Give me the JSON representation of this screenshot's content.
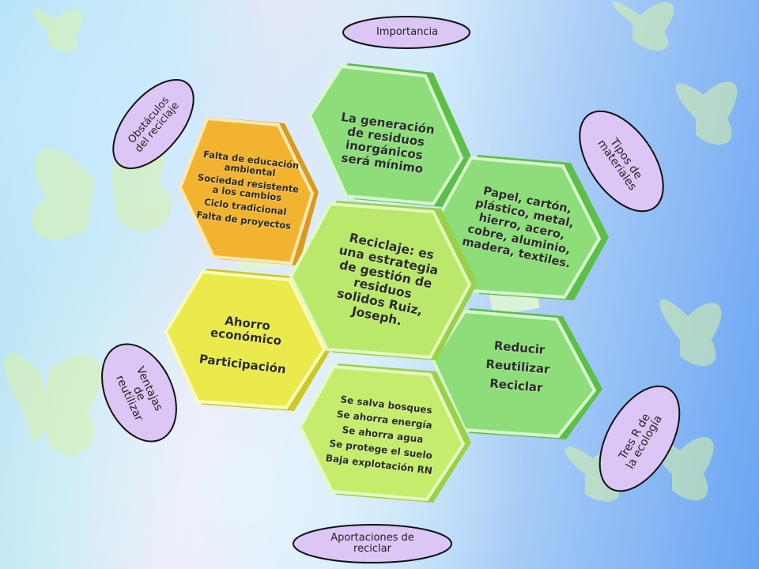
{
  "colors": {
    "orange": "#f2b430",
    "green": "#8ddd7a",
    "lime": "#b9e86a",
    "yellow": "#eaea4c",
    "ellipse_fill": "#dcc6f5",
    "ellipse_border": "#111111"
  },
  "ellipses": {
    "importancia": "Importancia",
    "obstaculos": "Obstáculos\ndel reciclaje",
    "tipos": "Tipos de\nmateriales",
    "ventajas": "Ventajas\nde\nreutilizar",
    "tres_r": "Tres R de\nla ecología",
    "aportaciones": "Aportaciones de\nreciclar"
  },
  "hexagons": {
    "center": {
      "text": "Reciclaje: es\nuna estrategia\nde gestión de\nresiduos\nsolidos Ruiz,\nJoseph."
    },
    "top": {
      "text": "La generación\nde residuos\ninorgánicos\nserá mínimo"
    },
    "top_left": {
      "lines": [
        "Falta de educación\nambiental",
        "Sociedad resistente\na los cambios",
        "Ciclo tradicional",
        "Falta de proyectos"
      ]
    },
    "top_right": {
      "text": "Papel, cartón,\nplástico, metal,\nhierro, acero,\ncobre, aluminio,\nmadera, textiles."
    },
    "bottom_left": {
      "lines": [
        "Ahorro\neconómico",
        "Participación"
      ]
    },
    "bottom_right": {
      "lines": [
        "Reducir",
        "Reutilizar",
        "Reciclar"
      ]
    },
    "bottom": {
      "lines": [
        "Se salva bosques",
        "Se ahorra energía",
        "Se ahorra agua",
        "Se protege el suelo",
        "Baja explotación RN"
      ]
    }
  }
}
